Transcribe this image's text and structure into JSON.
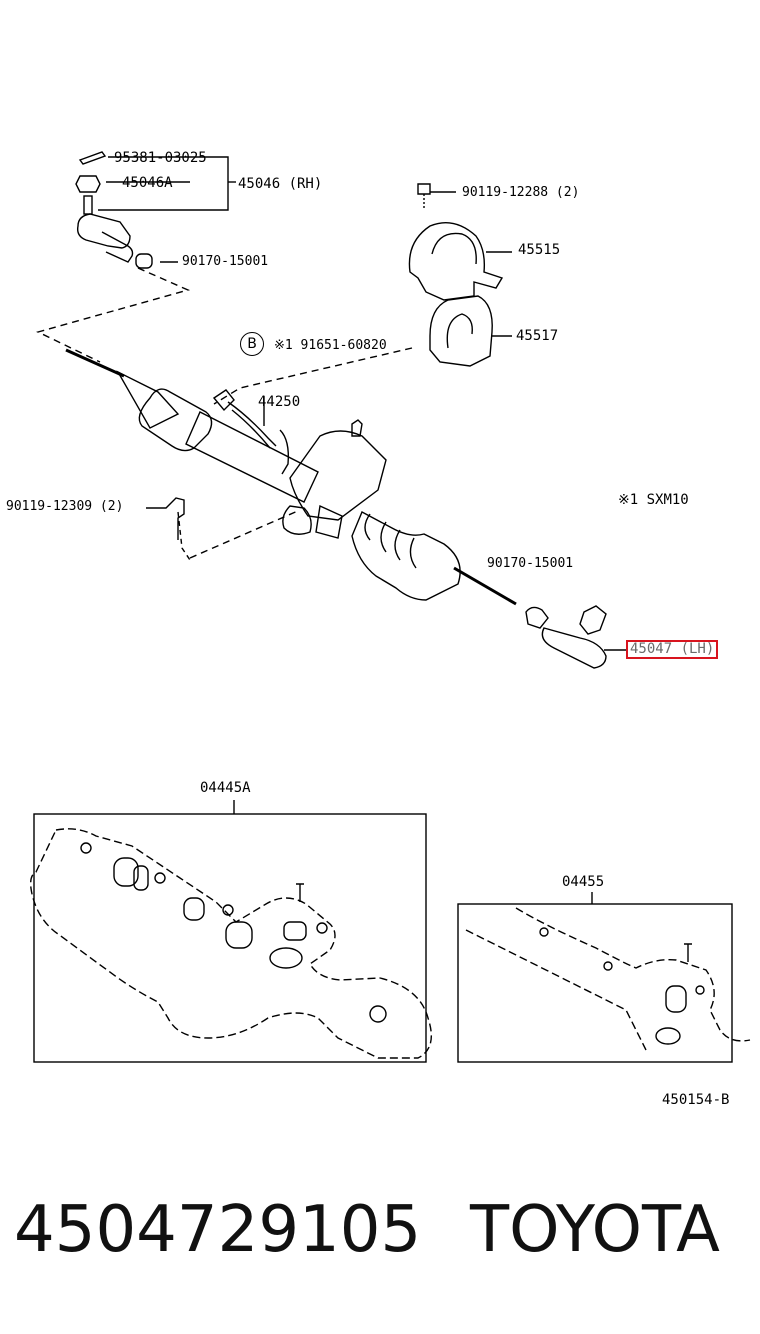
{
  "labels": {
    "p_95381": "95381-03025",
    "p_45046a": "45046A",
    "p_45046": "45046 (RH)",
    "p_90170_top": "90170-15001",
    "p_90119_12288": "90119-12288 (2)",
    "p_45515": "45515",
    "p_45517": "45517",
    "callout_b": "B",
    "p_91651": "※1 91651-60820",
    "p_44250": "44250",
    "p_sxm10": "※1 SXM10",
    "p_90119_12309": "90119-12309 (2)",
    "p_90170_mid": "90170-15001",
    "p_45047": "45047 (LH)"
  },
  "kits": {
    "kit_a_title": "04445A",
    "kit_b_title": "04455"
  },
  "figure_code": "450154-B",
  "footer": {
    "part_number": "4504729105",
    "brand": "TOYOTA"
  },
  "colors": {
    "highlight_box": "#d8141e",
    "highlight_text": "#6b6b6b"
  }
}
